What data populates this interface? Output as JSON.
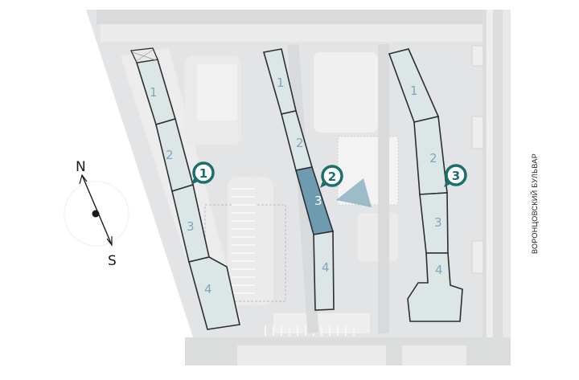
{
  "map": {
    "type": "residential-complex-site-plan",
    "colors": {
      "background": "#ffffff",
      "site": "#e3e4e5",
      "site_light": "#ececed",
      "road": "#d7d8d9",
      "building_fill": "#dde6e7",
      "building_outline": "#2b2f31",
      "selected_section": "#6f9bb0",
      "marker": "#1d6f6c",
      "section_label": "#7fa6bd"
    },
    "compass": {
      "north_label": "N",
      "south_label": "S"
    },
    "street_label": "ВОРОНЦОВСКИЙ БУЛЬВАР",
    "buildings": [
      {
        "marker": "1",
        "sections": [
          "1",
          "2",
          "3",
          "4"
        ],
        "selected_section": null
      },
      {
        "marker": "2",
        "sections": [
          "1",
          "2",
          "3",
          "4"
        ],
        "selected_section": "3"
      },
      {
        "marker": "3",
        "sections": [
          "1",
          "2",
          "3",
          "4"
        ],
        "selected_section": null
      }
    ]
  }
}
